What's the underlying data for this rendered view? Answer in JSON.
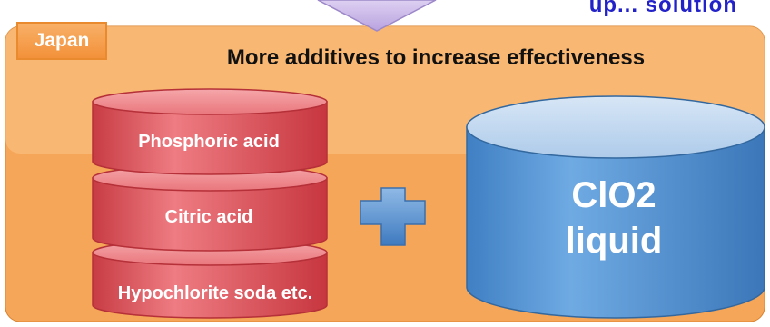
{
  "header": {
    "top_text_fragment": "up... solution"
  },
  "panel": {
    "region_tag": "Japan",
    "heading": "More additives to increase effectiveness"
  },
  "additives": {
    "items": [
      {
        "label": "Phosphoric acid"
      },
      {
        "label": "Citric acid"
      },
      {
        "label": "Hypochlorite soda etc."
      }
    ]
  },
  "operator": {
    "icon": "plus-icon"
  },
  "main_product": {
    "line1": "ClO2",
    "line2": "liquid"
  },
  "colors": {
    "panel_orange": "#f7a85a",
    "additive_red": "#e0545b",
    "product_blue": "#5b9bd5",
    "arrow_lavender": "#c9b8e6",
    "plus_blue": "#5b93d0"
  }
}
